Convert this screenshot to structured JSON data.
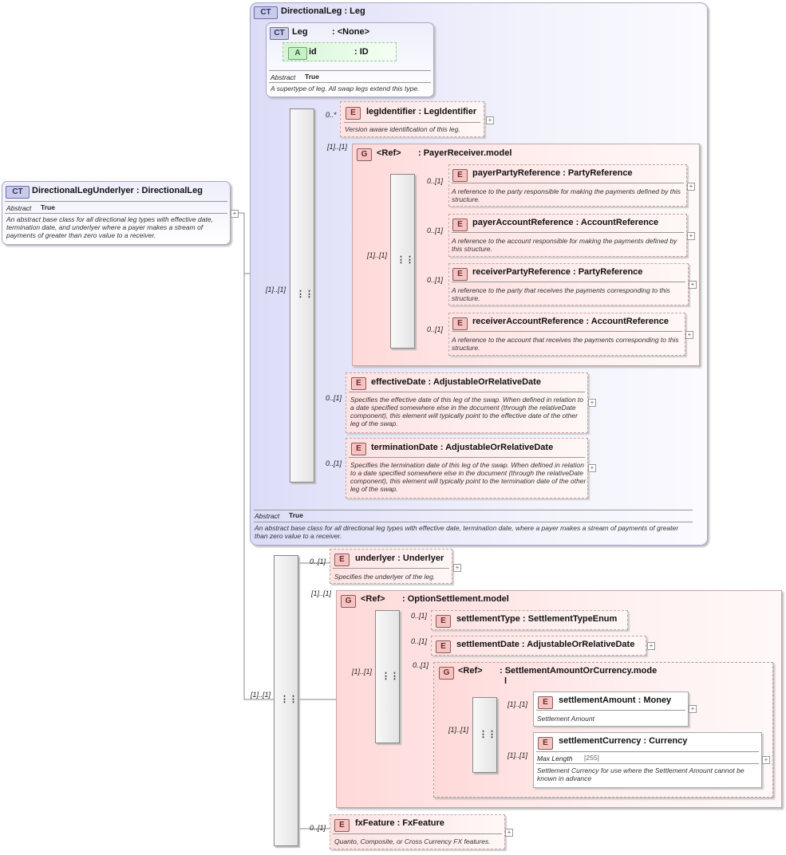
{
  "root": {
    "badge": "CT",
    "name": "DirectionalLegUnderlyer : DirectionalLeg",
    "abstract_label": "Abstract",
    "abstract_value": "True",
    "description": "An abstract base class for all directional leg types with effective date, termination date, and underlyer where a payer makes a stream of payments of greater than zero value to a receiver."
  },
  "base": {
    "badge": "CT",
    "name": "DirectionalLeg : Leg",
    "abstract_label": "Abstract",
    "abstract_value": "True",
    "description": "An abstract base class for all directional leg types with effective date, termination date, where a payer makes a stream of payments of greater than zero value to a receiver.",
    "leg": {
      "badge": "CT",
      "name": "Leg",
      "type": ": <None>",
      "attr_badge": "A",
      "attr_name": "id",
      "attr_type": ": ID",
      "abstract_label": "Abstract",
      "abstract_value": "True",
      "description": "A supertype of leg. All swap legs extend this type."
    },
    "seq_mult": "[1]..[1]",
    "legIdentifier": {
      "badge": "E",
      "name": "legIdentifier : LegIdentifier",
      "mult": "0..*",
      "description": "Version aware identification of this leg."
    },
    "payerReceiver": {
      "badge": "G",
      "ref": "<Ref>",
      "name": ": PayerReceiver.model",
      "mult": "[1]..[1]",
      "seq_mult": "[1]..[1]",
      "items": [
        {
          "badge": "E",
          "name": "payerPartyReference : PartyReference",
          "mult": "0..[1]",
          "description": "A reference to the party responsible for making the payments defined by this structure."
        },
        {
          "badge": "E",
          "name": "payerAccountReference : AccountReference",
          "mult": "0..[1]",
          "description": "A reference to the account responsible for making the payments defined by this structure."
        },
        {
          "badge": "E",
          "name": "receiverPartyReference : PartyReference",
          "mult": "0..[1]",
          "description": "A reference to the party that receives the payments corresponding to this structure."
        },
        {
          "badge": "E",
          "name": "receiverAccountReference : AccountReference",
          "mult": "0..[1]",
          "description": "A reference to the account that receives the payments corresponding to this structure."
        }
      ]
    },
    "effectiveDate": {
      "badge": "E",
      "name": "effectiveDate : AdjustableOrRelativeDate",
      "mult": "0..[1]",
      "description": "Specifies the effective date of this leg of the swap. When defined in relation to a date specified somewhere else in the document (through the relativeDate component), this element will typically point to the effective date of the other leg of the swap."
    },
    "terminationDate": {
      "badge": "E",
      "name": "terminationDate : AdjustableOrRelativeDate",
      "mult": "0..[1]",
      "description": "Specifies the termination date of this leg of the swap. When defined in relation to a date specified somewhere else in the document (through the relativeDate component), this element will typically point to the termination date of the other leg of the swap."
    }
  },
  "ext": {
    "seq_mult": "[1]..[1]",
    "underlyer": {
      "badge": "E",
      "name": "underlyer : Underlyer",
      "mult": "0..[1]",
      "description": "Specifies the underlyer of the leg."
    },
    "optionSettlement": {
      "badge": "G",
      "ref": "<Ref>",
      "name": ": OptionSettlement.model",
      "mult": "[1]..[1]",
      "seq_mult": "[1]..[1]",
      "settlementType": {
        "badge": "E",
        "name": "settlementType : SettlementTypeEnum",
        "mult": "0..[1]"
      },
      "settlementDate": {
        "badge": "E",
        "name": "settlementDate : AdjustableOrRelativeDate",
        "mult": "0..[1]"
      },
      "amountOrCurrency": {
        "badge": "G",
        "ref": "<Ref>",
        "name_line1": ": SettlementAmountOrCurrency.mode",
        "name_line2": "l",
        "mult": "0..[1]",
        "seq_mult": "[1]..[1]",
        "settlementAmount": {
          "badge": "E",
          "name": "settlementAmount : Money",
          "mult": "[1]..[1]",
          "description": "Settlement Amount"
        },
        "settlementCurrency": {
          "badge": "E",
          "name": "settlementCurrency : Currency",
          "mult": "[1]..[1]",
          "facet_label": "Max Length",
          "facet_value": "[255]",
          "description": "Settlement Currency for use where the Settlement Amount cannot be known in advance"
        }
      }
    },
    "fxFeature": {
      "badge": "E",
      "name": "fxFeature : FxFeature",
      "mult": "0..[1]",
      "description": "Quanto, Composite, or Cross Currency FX features."
    }
  }
}
